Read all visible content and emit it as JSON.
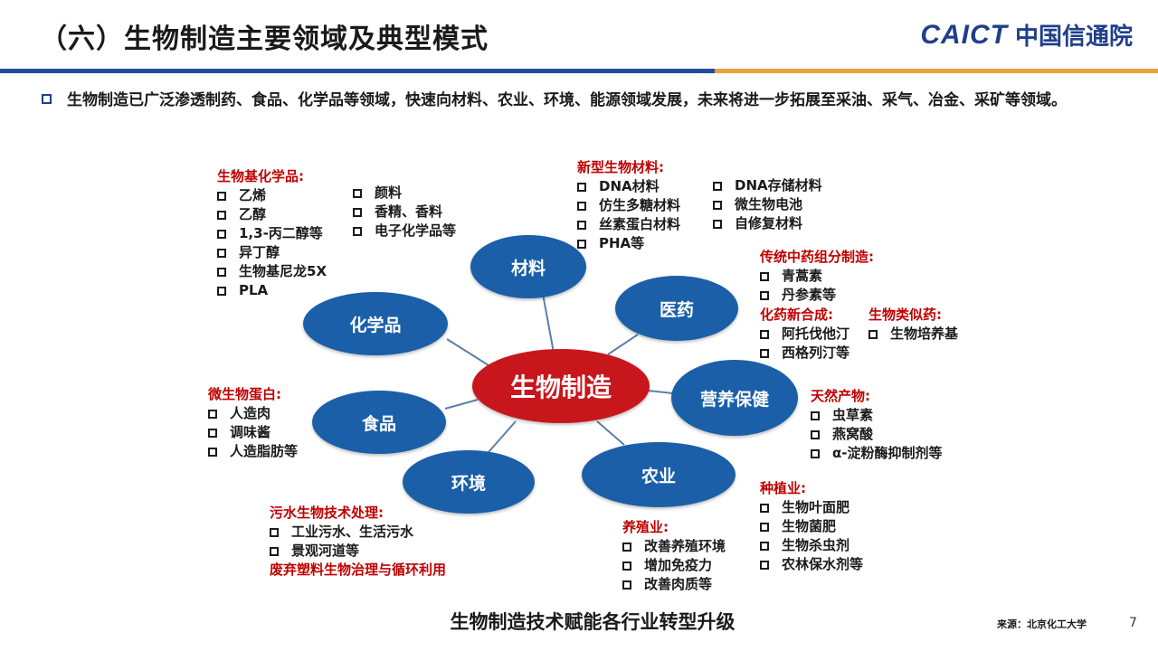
{
  "title": "（六）生物制造主要领域及典型模式",
  "logo": {
    "caict": "CAICT",
    "cn": "中国信通院"
  },
  "intro": "生物制造已广泛渗透制药、食品、化学品等领域，快速向材料、农业、环境、能源领域发展，未来将进一步拓展至采油、采气、冶金、采矿等领域。",
  "nodes": {
    "center": "生物制造",
    "materials": "材料",
    "medicine": "医药",
    "chemicals": "化学品",
    "nutrition": "营养保健",
    "food": "食品",
    "agriculture": "农业",
    "environment": "环境"
  },
  "groups": {
    "chem": {
      "heading": "生物基化学品:",
      "col1": [
        "乙烯",
        "乙醇",
        "1,3-丙二醇等",
        "异丁醇",
        "生物基尼龙5X",
        "PLA"
      ],
      "col2": [
        "颜料",
        "香精、香料",
        "电子化学品等"
      ]
    },
    "mat": {
      "heading": "新型生物材料:",
      "col1": [
        "DNA材料",
        "仿生多糖材料",
        "丝素蛋白材料",
        "PHA等"
      ],
      "col2": [
        "DNA存储材料",
        "微生物电池",
        "自修复材料"
      ]
    },
    "tcm": {
      "heading": "传统中药组分制造:",
      "items": [
        "青蒿素",
        "丹参素等"
      ]
    },
    "drug": {
      "heading": "化药新合成:",
      "items": [
        "阿托伐他汀",
        "西格列汀等"
      ]
    },
    "analog": {
      "heading": "生物类似药:",
      "items": [
        "生物培养基"
      ]
    },
    "natural": {
      "heading": "天然产物:",
      "items": [
        "虫草素",
        "燕窝酸",
        "α-淀粉酶抑制剂等"
      ]
    },
    "protein": {
      "heading": "微生物蛋白:",
      "items": [
        "人造肉",
        "调味酱",
        "人造脂肪等"
      ]
    },
    "planting": {
      "heading": "种植业:",
      "items": [
        "生物叶面肥",
        "生物菌肥",
        "生物杀虫剂",
        "农林保水剂等"
      ]
    },
    "breeding": {
      "heading": "养殖业:",
      "items": [
        "改善养殖环境",
        "增加免疫力",
        "改善肉质等"
      ]
    },
    "sewage": {
      "heading": "污水生物技术处理:",
      "items": [
        "工业污水、生活污水",
        "景观河道等"
      ],
      "footer": "废弃塑料生物治理与循环利用"
    }
  },
  "caption": "生物制造技术赋能各行业转型升级",
  "source": "来源：北京化工大学",
  "page_number": "7",
  "colors": {
    "node_blue": "#1a5fa8",
    "center_red": "#c8161d",
    "heading_red": "#c00000",
    "brand_blue": "#1f3f8a",
    "bar_orange": "#e8a33c"
  }
}
